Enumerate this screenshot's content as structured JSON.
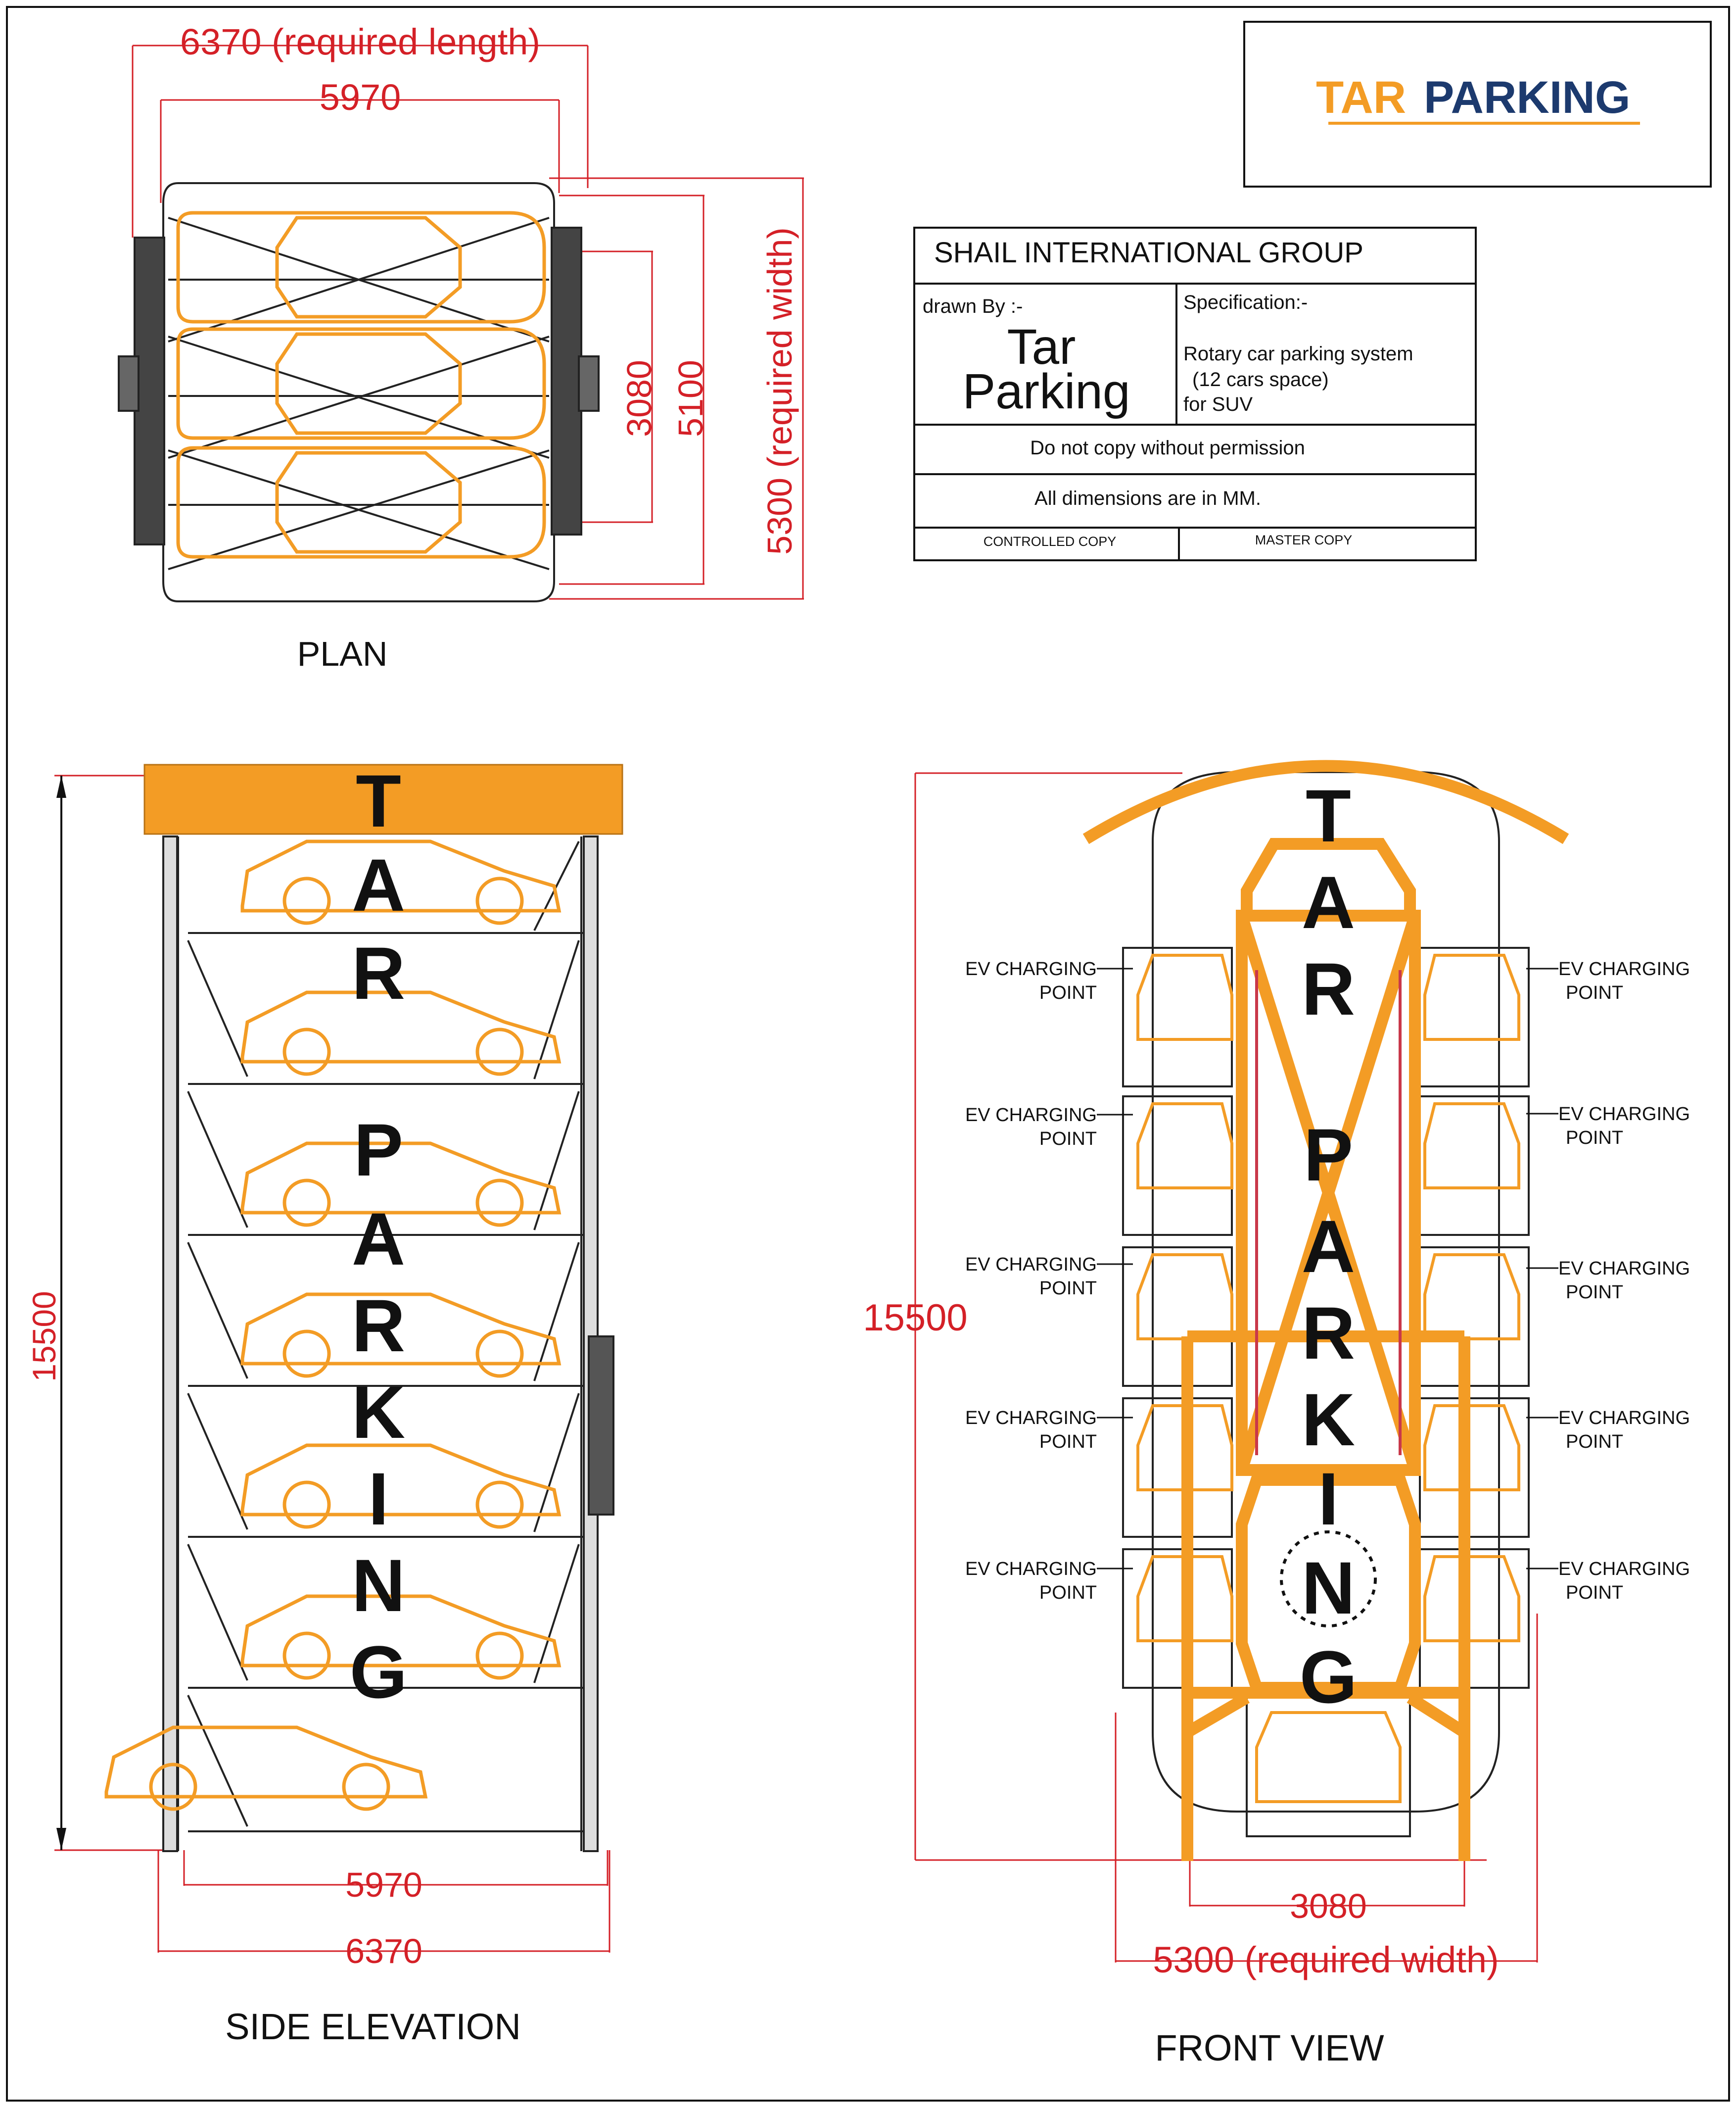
{
  "logo": {
    "word1": "TAR",
    "word2": "PARKING",
    "color1": "#f39c25",
    "color2": "#1c3a6e"
  },
  "title_block": {
    "company": "SHAIL INTERNATIONAL GROUP",
    "drawn_by_label": "drawn By :-",
    "drawn_by_line1": "Tar",
    "drawn_by_line2": "Parking",
    "spec_label": "Specification:-",
    "spec_line1": "Rotary car parking system",
    "spec_line2": "(12 cars space)",
    "spec_line3": "for SUV",
    "notice": "Do not copy without permission",
    "units_note": "All dimensions are in MM.",
    "controlled_copy": "CONTROLLED COPY",
    "master_copy": "MASTER  COPY"
  },
  "plan": {
    "label": "PLAN",
    "dim_required_length": "6370 (required length)",
    "dim_length": "5970",
    "dim_3080": "3080",
    "dim_5100": "5100",
    "dim_required_width": "5300 (required width)"
  },
  "side_elevation": {
    "label": "SIDE ELEVATION",
    "dim_height": "15500",
    "dim_5970": "5970",
    "dim_6370": "6370",
    "vertical_letters": [
      "T",
      "A",
      "R",
      "P",
      "A",
      "R",
      "K",
      "I",
      "N",
      "G"
    ]
  },
  "front_view": {
    "label": "FRONT VIEW",
    "dim_height": "15500",
    "dim_3080": "3080",
    "dim_required_width": "5300 (required width)",
    "ev_line1": "EV CHARGING",
    "ev_line2": "POINT",
    "vertical_letters": [
      "T",
      "A",
      "R",
      "P",
      "A",
      "R",
      "K",
      "I",
      "N",
      "G"
    ]
  },
  "colors": {
    "accent_orange": "#f39c25",
    "dimension_red": "#d42027",
    "line_black": "#111111"
  }
}
